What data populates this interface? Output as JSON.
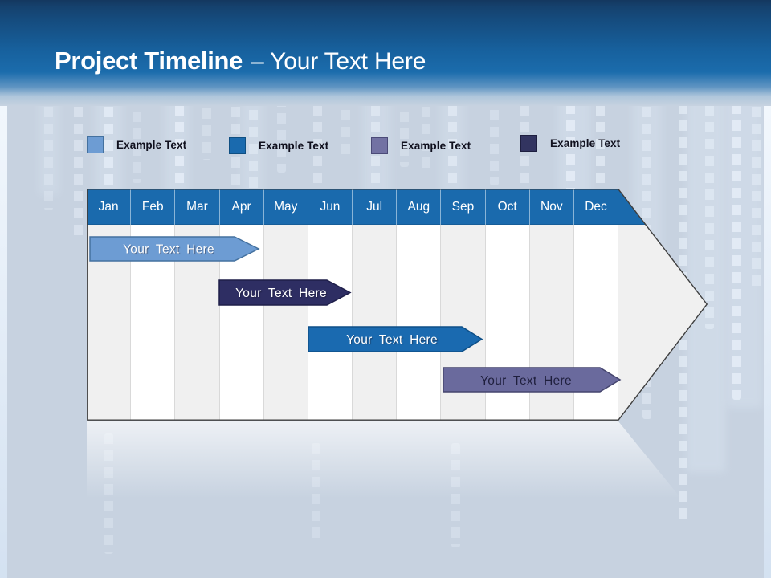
{
  "header": {
    "title_bold": "Project Timeline",
    "title_light": "– Your Text Here",
    "band_top_color": "#15416D",
    "band_bottom_color": "#1B6CAC",
    "title_color": "#FFFFFF"
  },
  "legend": {
    "items": [
      {
        "label": "Example Text",
        "color": "#6D9CD3",
        "border": "#44719F"
      },
      {
        "label": "Example Text",
        "color": "#1A6AAE",
        "border": "#0F4F82"
      },
      {
        "label": "Example Text",
        "color": "#7272A3",
        "border": "#4B4B78"
      },
      {
        "label": "Example Text",
        "color": "#323460",
        "border": "#1E1F40"
      }
    ]
  },
  "timeline": {
    "months": [
      "Jan",
      "Feb",
      "Mar",
      "Apr",
      "May",
      "Jun",
      "Jul",
      "Aug",
      "Sep",
      "Oct",
      "Nov",
      "Dec"
    ],
    "header_fill": "#1A6AAD",
    "month_text_color": "#FFFFFF",
    "col_odd": "#F0F0F0",
    "col_even": "#FFFFFF",
    "arrow_fill": "#F0F0F0",
    "outline_color": "#3E3E3E",
    "bars": [
      {
        "label": "Your Text Here",
        "fill": "#6D9CD3",
        "border": "#44719F",
        "text_color": "#FFFFFF",
        "start_month": "Jan",
        "end_month": "Apr"
      },
      {
        "label": "Your Text Here",
        "fill": "#2E2E63",
        "border": "#1E1E49",
        "text_color": "#FFFFFF",
        "start_month": "Apr",
        "end_month": "Jun"
      },
      {
        "label": "Your Text Here",
        "fill": "#1A6AB0",
        "border": "#0E4F87",
        "text_color": "#FFFFFF",
        "start_month": "Jun",
        "end_month": "Sep"
      },
      {
        "label": "Your Text Here",
        "fill": "#6A6A9D",
        "border": "#45456E",
        "text_color": "#1F1F3D",
        "start_month": "Sep",
        "end_month": "Dec"
      }
    ]
  },
  "chart_data": {
    "type": "bar",
    "subtype": "timeline-gantt",
    "title": "Project Timeline – Your Text Here",
    "categories": [
      "Jan",
      "Feb",
      "Mar",
      "Apr",
      "May",
      "Jun",
      "Jul",
      "Aug",
      "Sep",
      "Oct",
      "Nov",
      "Dec"
    ],
    "series": [
      {
        "name": "Your Text Here",
        "start": "Jan",
        "end": "Apr",
        "color": "#6D9CD3"
      },
      {
        "name": "Your Text Here",
        "start": "Apr",
        "end": "Jun",
        "color": "#2E2E63"
      },
      {
        "name": "Your Text Here",
        "start": "Jun",
        "end": "Sep",
        "color": "#1A6AB0"
      },
      {
        "name": "Your Text Here",
        "start": "Sep",
        "end": "Dec",
        "color": "#6A6A9D"
      }
    ],
    "legend_entries": [
      "Example Text",
      "Example Text",
      "Example Text",
      "Example Text"
    ],
    "legend_position": "top"
  }
}
